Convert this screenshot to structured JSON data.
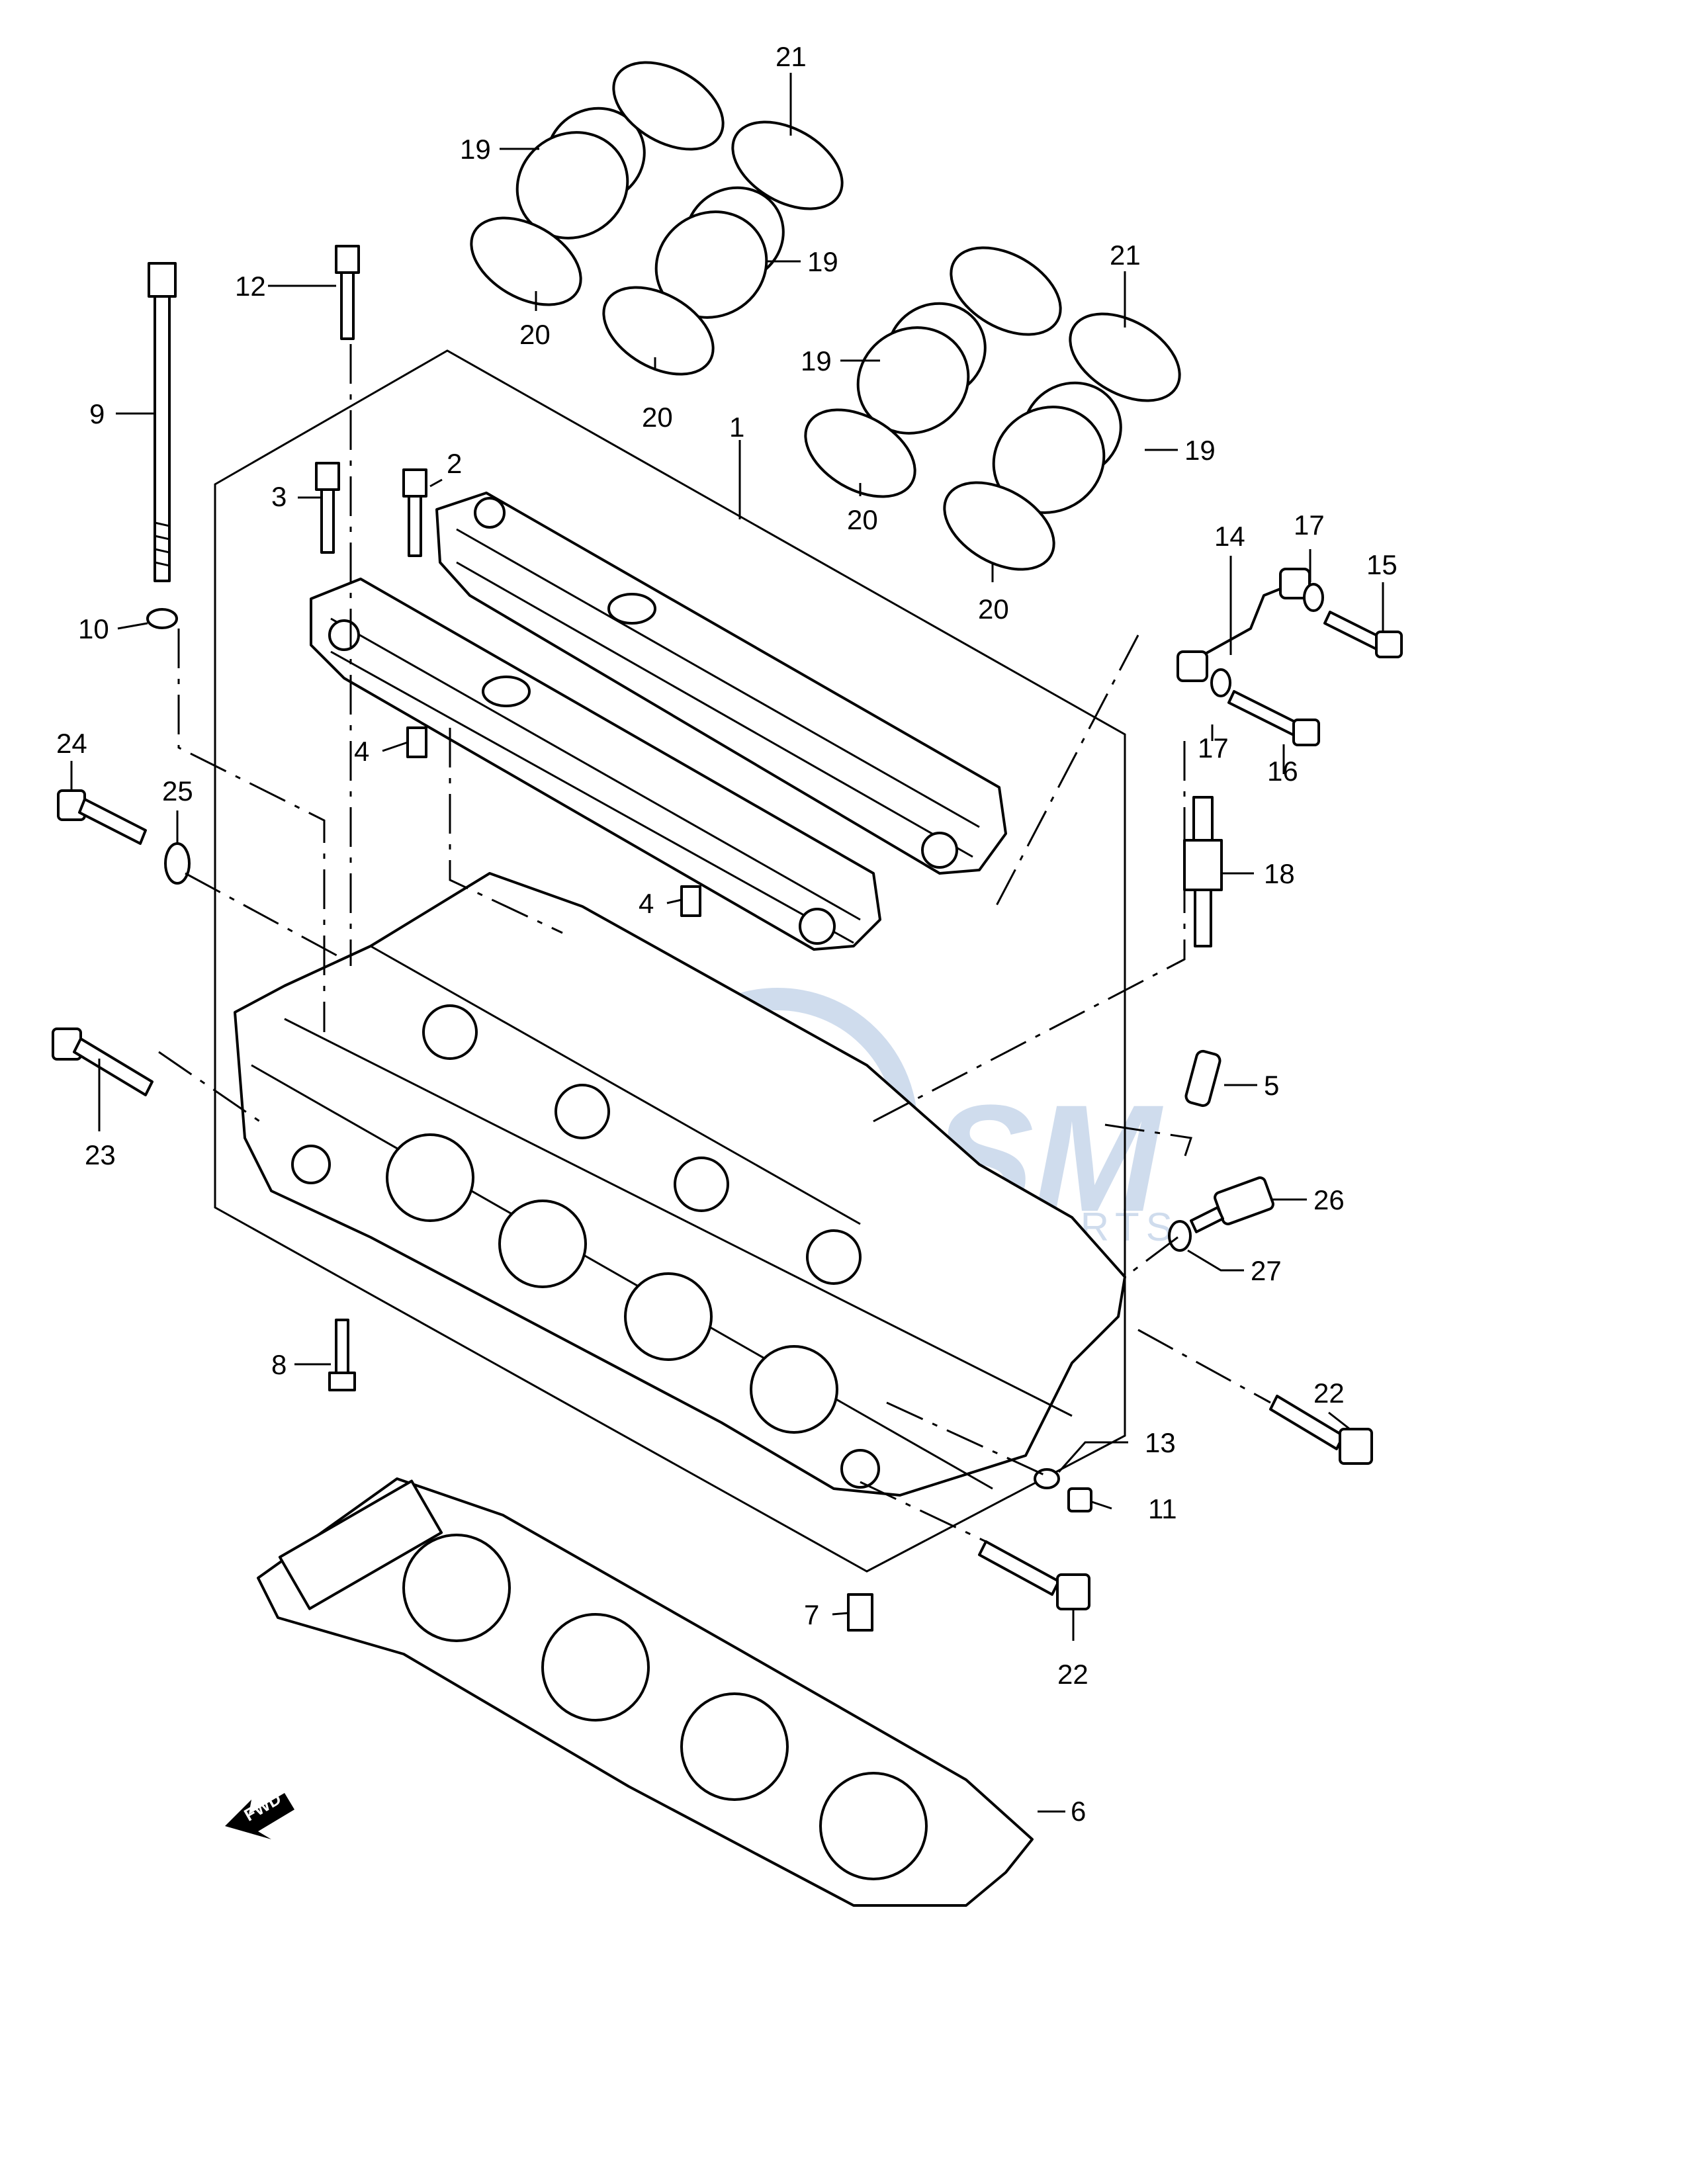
{
  "watermark": {
    "brand": "OSM",
    "sub": "MOTORPARTS"
  },
  "direction_badge": {
    "label": "FWD"
  },
  "callouts": [
    {
      "id": "1",
      "label": "1"
    },
    {
      "id": "2",
      "label": "2"
    },
    {
      "id": "3",
      "label": "3"
    },
    {
      "id": "4a",
      "label": "4"
    },
    {
      "id": "4b",
      "label": "4"
    },
    {
      "id": "5",
      "label": "5"
    },
    {
      "id": "6",
      "label": "6"
    },
    {
      "id": "7",
      "label": "7"
    },
    {
      "id": "8",
      "label": "8"
    },
    {
      "id": "9",
      "label": "9"
    },
    {
      "id": "10",
      "label": "10"
    },
    {
      "id": "11",
      "label": "11"
    },
    {
      "id": "12",
      "label": "12"
    },
    {
      "id": "13",
      "label": "13"
    },
    {
      "id": "14",
      "label": "14"
    },
    {
      "id": "15",
      "label": "15"
    },
    {
      "id": "16",
      "label": "16"
    },
    {
      "id": "17a",
      "label": "17"
    },
    {
      "id": "17b",
      "label": "17"
    },
    {
      "id": "18",
      "label": "18"
    },
    {
      "id": "19a",
      "label": "19"
    },
    {
      "id": "19b",
      "label": "19"
    },
    {
      "id": "19c",
      "label": "19"
    },
    {
      "id": "19d",
      "label": "19"
    },
    {
      "id": "20a",
      "label": "20"
    },
    {
      "id": "20b",
      "label": "20"
    },
    {
      "id": "20c",
      "label": "20"
    },
    {
      "id": "20d",
      "label": "20"
    },
    {
      "id": "21a",
      "label": "21"
    },
    {
      "id": "21b",
      "label": "21"
    },
    {
      "id": "22a",
      "label": "22"
    },
    {
      "id": "22b",
      "label": "22"
    },
    {
      "id": "23",
      "label": "23"
    },
    {
      "id": "24",
      "label": "24"
    },
    {
      "id": "25",
      "label": "25"
    },
    {
      "id": "26",
      "label": "26"
    },
    {
      "id": "27",
      "label": "27"
    }
  ]
}
